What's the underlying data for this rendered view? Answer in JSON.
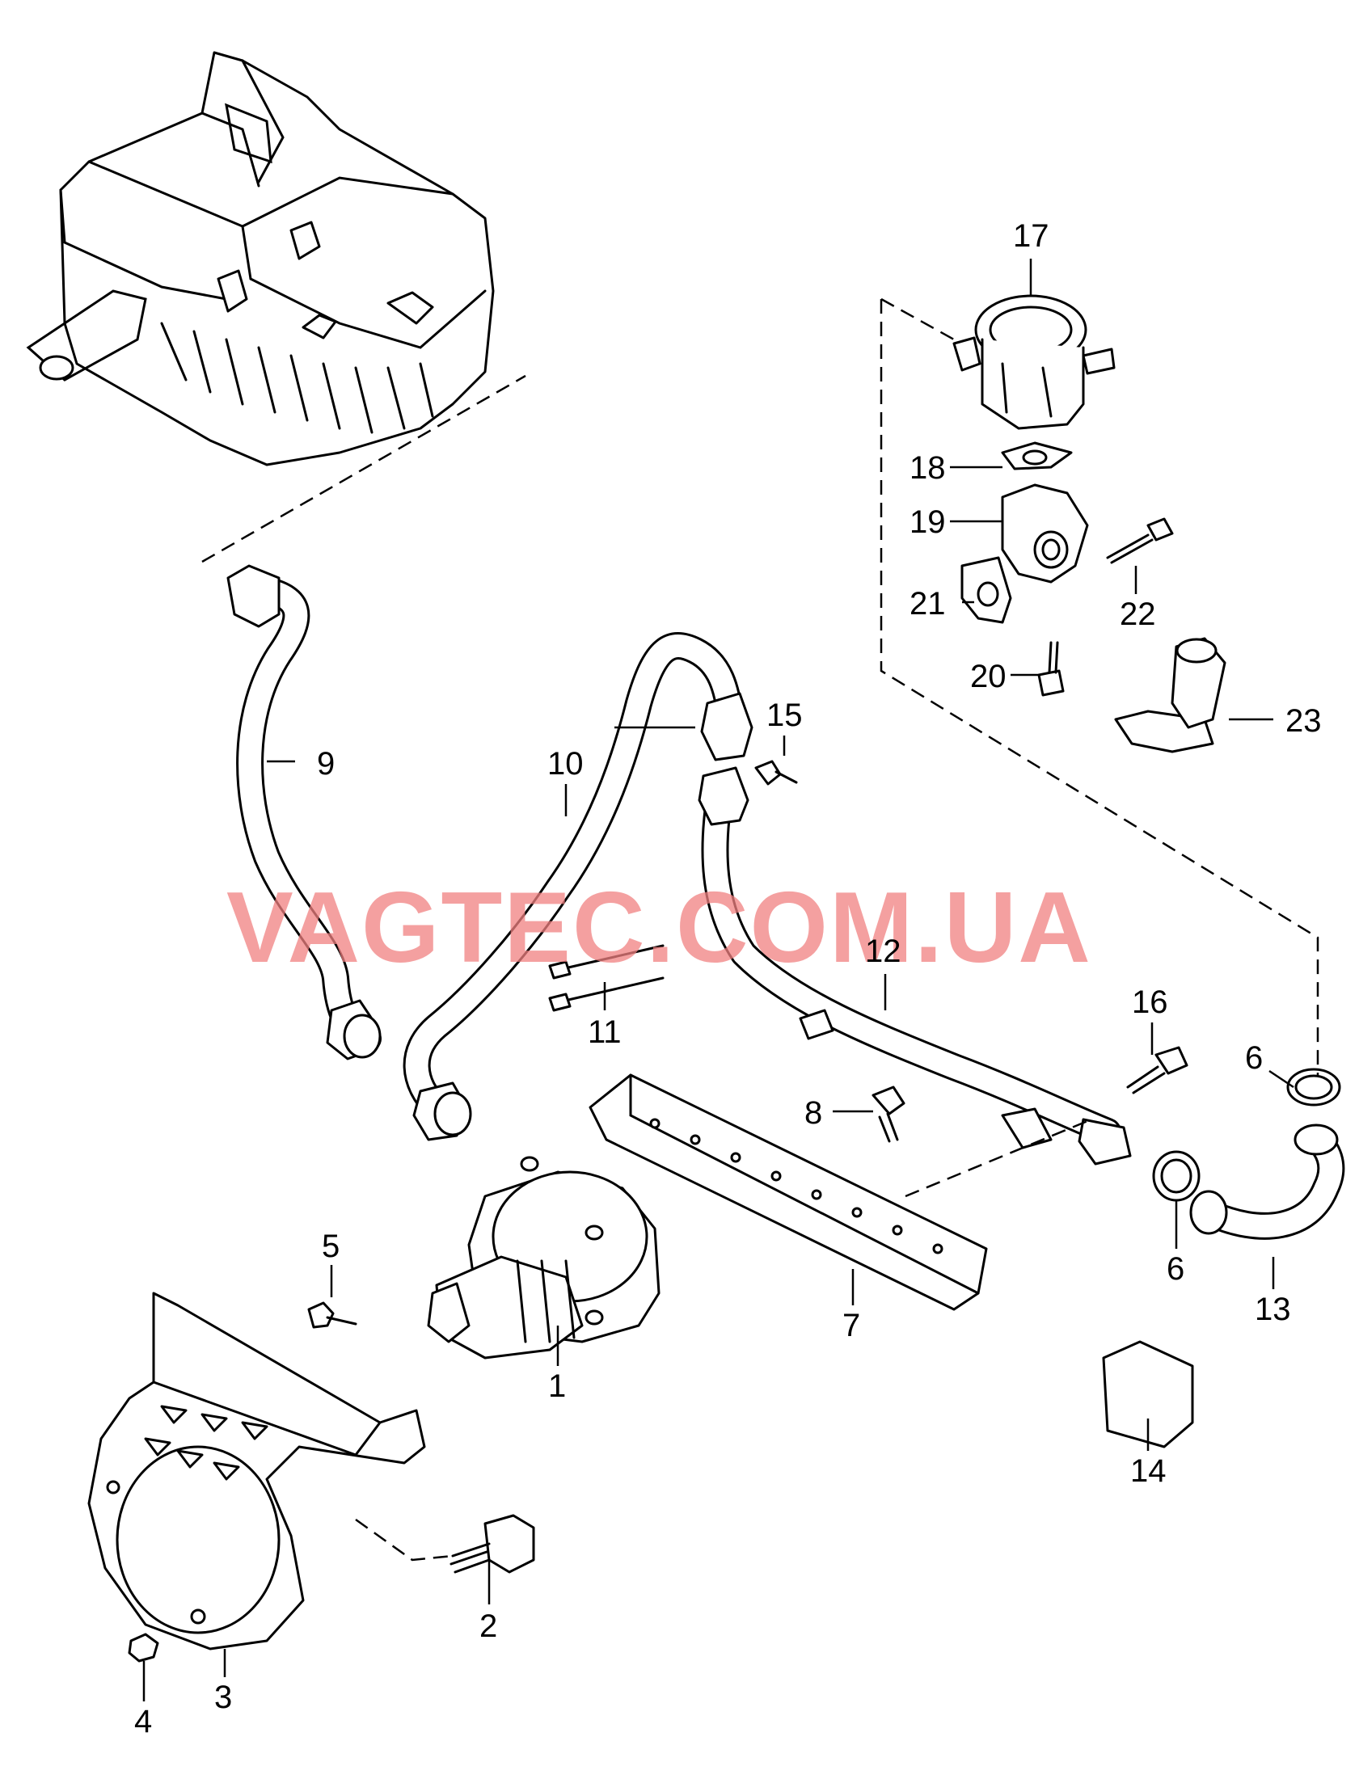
{
  "watermark": "VAGTEC.COM.UA",
  "callouts": {
    "c1": "1",
    "c2": "2",
    "c3": "3",
    "c4": "4",
    "c5": "5",
    "c6a": "6",
    "c6b": "6",
    "c7": "7",
    "c8": "8",
    "c9": "9",
    "c10": "10",
    "c11": "11",
    "c12": "12",
    "c13": "13",
    "c14": "14",
    "c15": "15",
    "c16": "16",
    "c17": "17",
    "c18": "18",
    "c19": "19",
    "c20": "20",
    "c21": "21",
    "c22": "22",
    "c23": "23"
  }
}
